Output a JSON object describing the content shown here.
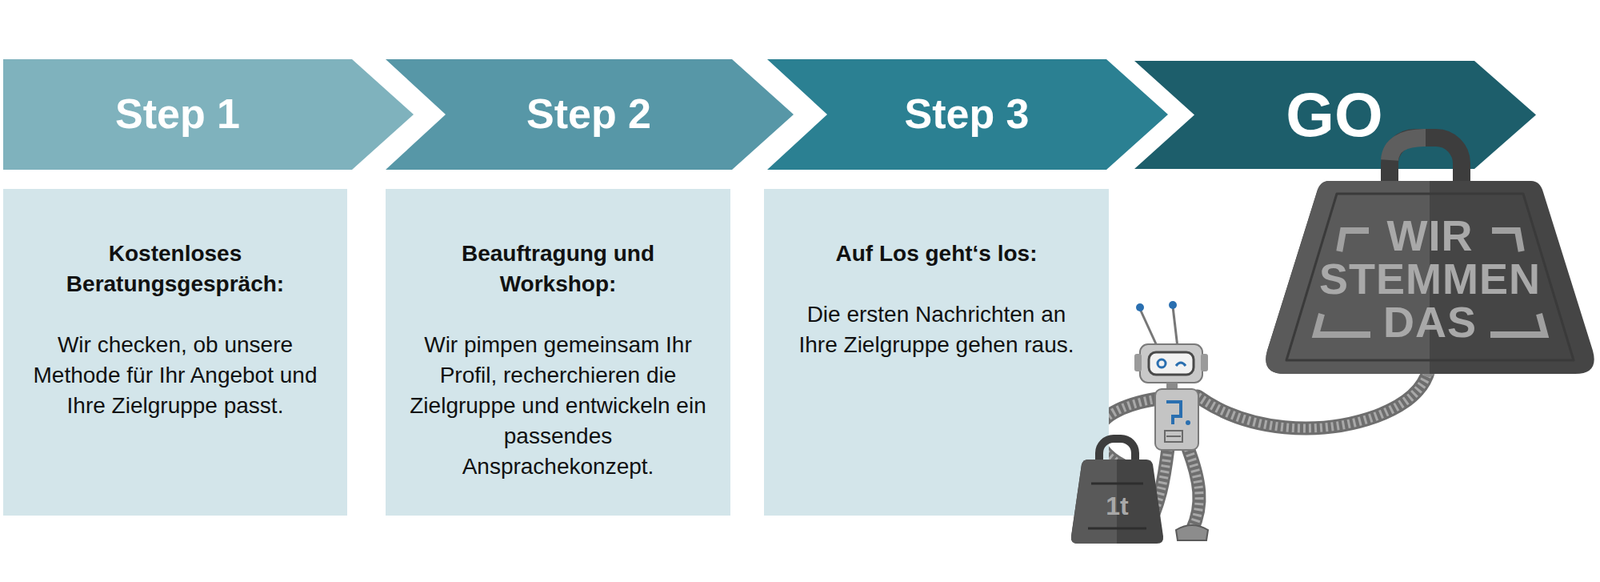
{
  "diagram": {
    "nodes": [
      {
        "text": [
          "Step 1"
        ]
      },
      {
        "text": [
          "Step 2"
        ]
      },
      {
        "text": [
          "Step 3"
        ]
      },
      {
        "text": [
          "GO"
        ]
      },
      {
        "text": [
          "Kostenloses Beratungsgespräch:",
          "Wir checken, ob unsere Methode für Ihr Angebot und Ihre Zielgruppe passt."
        ]
      },
      {
        "text": [
          "Beauftragung und Workshop:",
          "Wir pimpen gemeinsam Ihr Profil, recherchieren die Zielgruppe und entwickeln ein passendes Ansprachekonzept."
        ]
      },
      {
        "text": [
          "Auf Los geht‘s los:",
          "Die ersten Nachrichten an Ihre Zielgruppe gehen raus."
        ]
      },
      {
        "text": [
          "WIR STEMMEN DAS"
        ]
      },
      {
        "text": [
          "1t"
        ]
      }
    ]
  }
}
